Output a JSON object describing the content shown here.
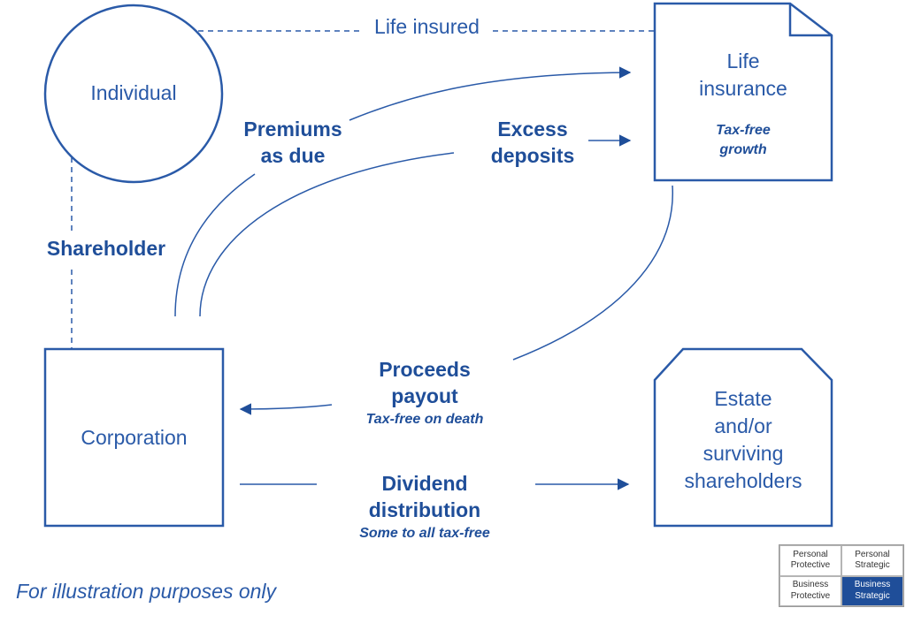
{
  "nodes": {
    "individual": "Individual",
    "life_insurance": [
      "Life",
      "insurance"
    ],
    "life_insurance_note": [
      "Tax-free",
      "growth"
    ],
    "corporation": "Corporation",
    "estate": [
      "Estate",
      "and/or",
      "surviving",
      "shareholders"
    ]
  },
  "edges": {
    "life_insured": "Life insured",
    "shareholder": "Shareholder",
    "premiums": [
      "Premiums",
      "as due"
    ],
    "excess_deposits": [
      "Excess",
      "deposits"
    ],
    "proceeds": [
      "Proceeds",
      "payout"
    ],
    "proceeds_note": "Tax-free on death",
    "dividend": [
      "Dividend",
      "distribution"
    ],
    "dividend_note": "Some to all tax-free"
  },
  "footer": "For illustration purposes only",
  "category_grid": {
    "cells": [
      {
        "line1": "Personal",
        "line2": "Protective",
        "active": false
      },
      {
        "line1": "Personal",
        "line2": "Strategic",
        "active": false
      },
      {
        "line1": "Business",
        "line2": "Protective",
        "active": false
      },
      {
        "line1": "Business",
        "line2": "Strategic",
        "active": true
      }
    ]
  },
  "colors": {
    "primary": "#1f4e99",
    "active_cell": "#1f4e99"
  }
}
